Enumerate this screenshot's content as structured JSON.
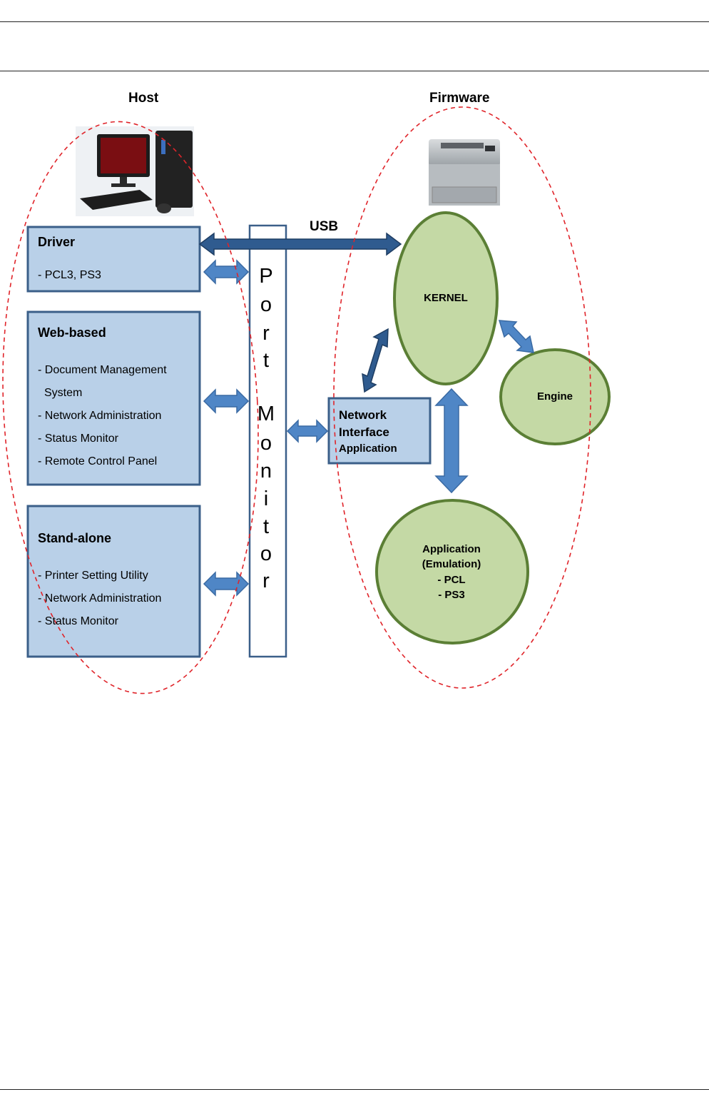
{
  "sections": {
    "host": "Host",
    "firmware": "Firmware",
    "usb": "USB"
  },
  "host_boxes": {
    "driver": {
      "title": "Driver",
      "items": [
        "- PCL3,  PS3"
      ]
    },
    "web": {
      "title": "Web-based",
      "items": [
        "- Document Management",
        "System",
        "- Network Administration",
        "- Status Monitor",
        "- Remote Control Panel"
      ]
    },
    "standalone": {
      "title": "Stand-alone",
      "items": [
        "- Printer Setting Utility",
        "- Network Administration",
        "- Status Monitor"
      ]
    }
  },
  "port_monitor": {
    "letters": [
      "P",
      "o",
      "r",
      "t",
      "M",
      "o",
      "n",
      "i",
      "t",
      "o",
      "r"
    ]
  },
  "network_box": {
    "line1": "Network",
    "line2": "Interface",
    "line3": "Application"
  },
  "firmware_nodes": {
    "kernel": "KERNEL",
    "engine": "Engine",
    "application": {
      "line1": "Application",
      "line2": "(Emulation)",
      "line3": "- PCL",
      "line4": "- PS3"
    }
  },
  "colors": {
    "box_fill": "#b9d0e8",
    "box_border": "#3b5f89",
    "node_fill": "#c4d9a5",
    "node_border": "#5b7f35",
    "arrow": "#4f86c6",
    "usb_arrow": "#2f5b8f",
    "dashed": "#e0242a"
  },
  "icons": [
    "desktop-computer-icon",
    "laser-printer-icon"
  ]
}
